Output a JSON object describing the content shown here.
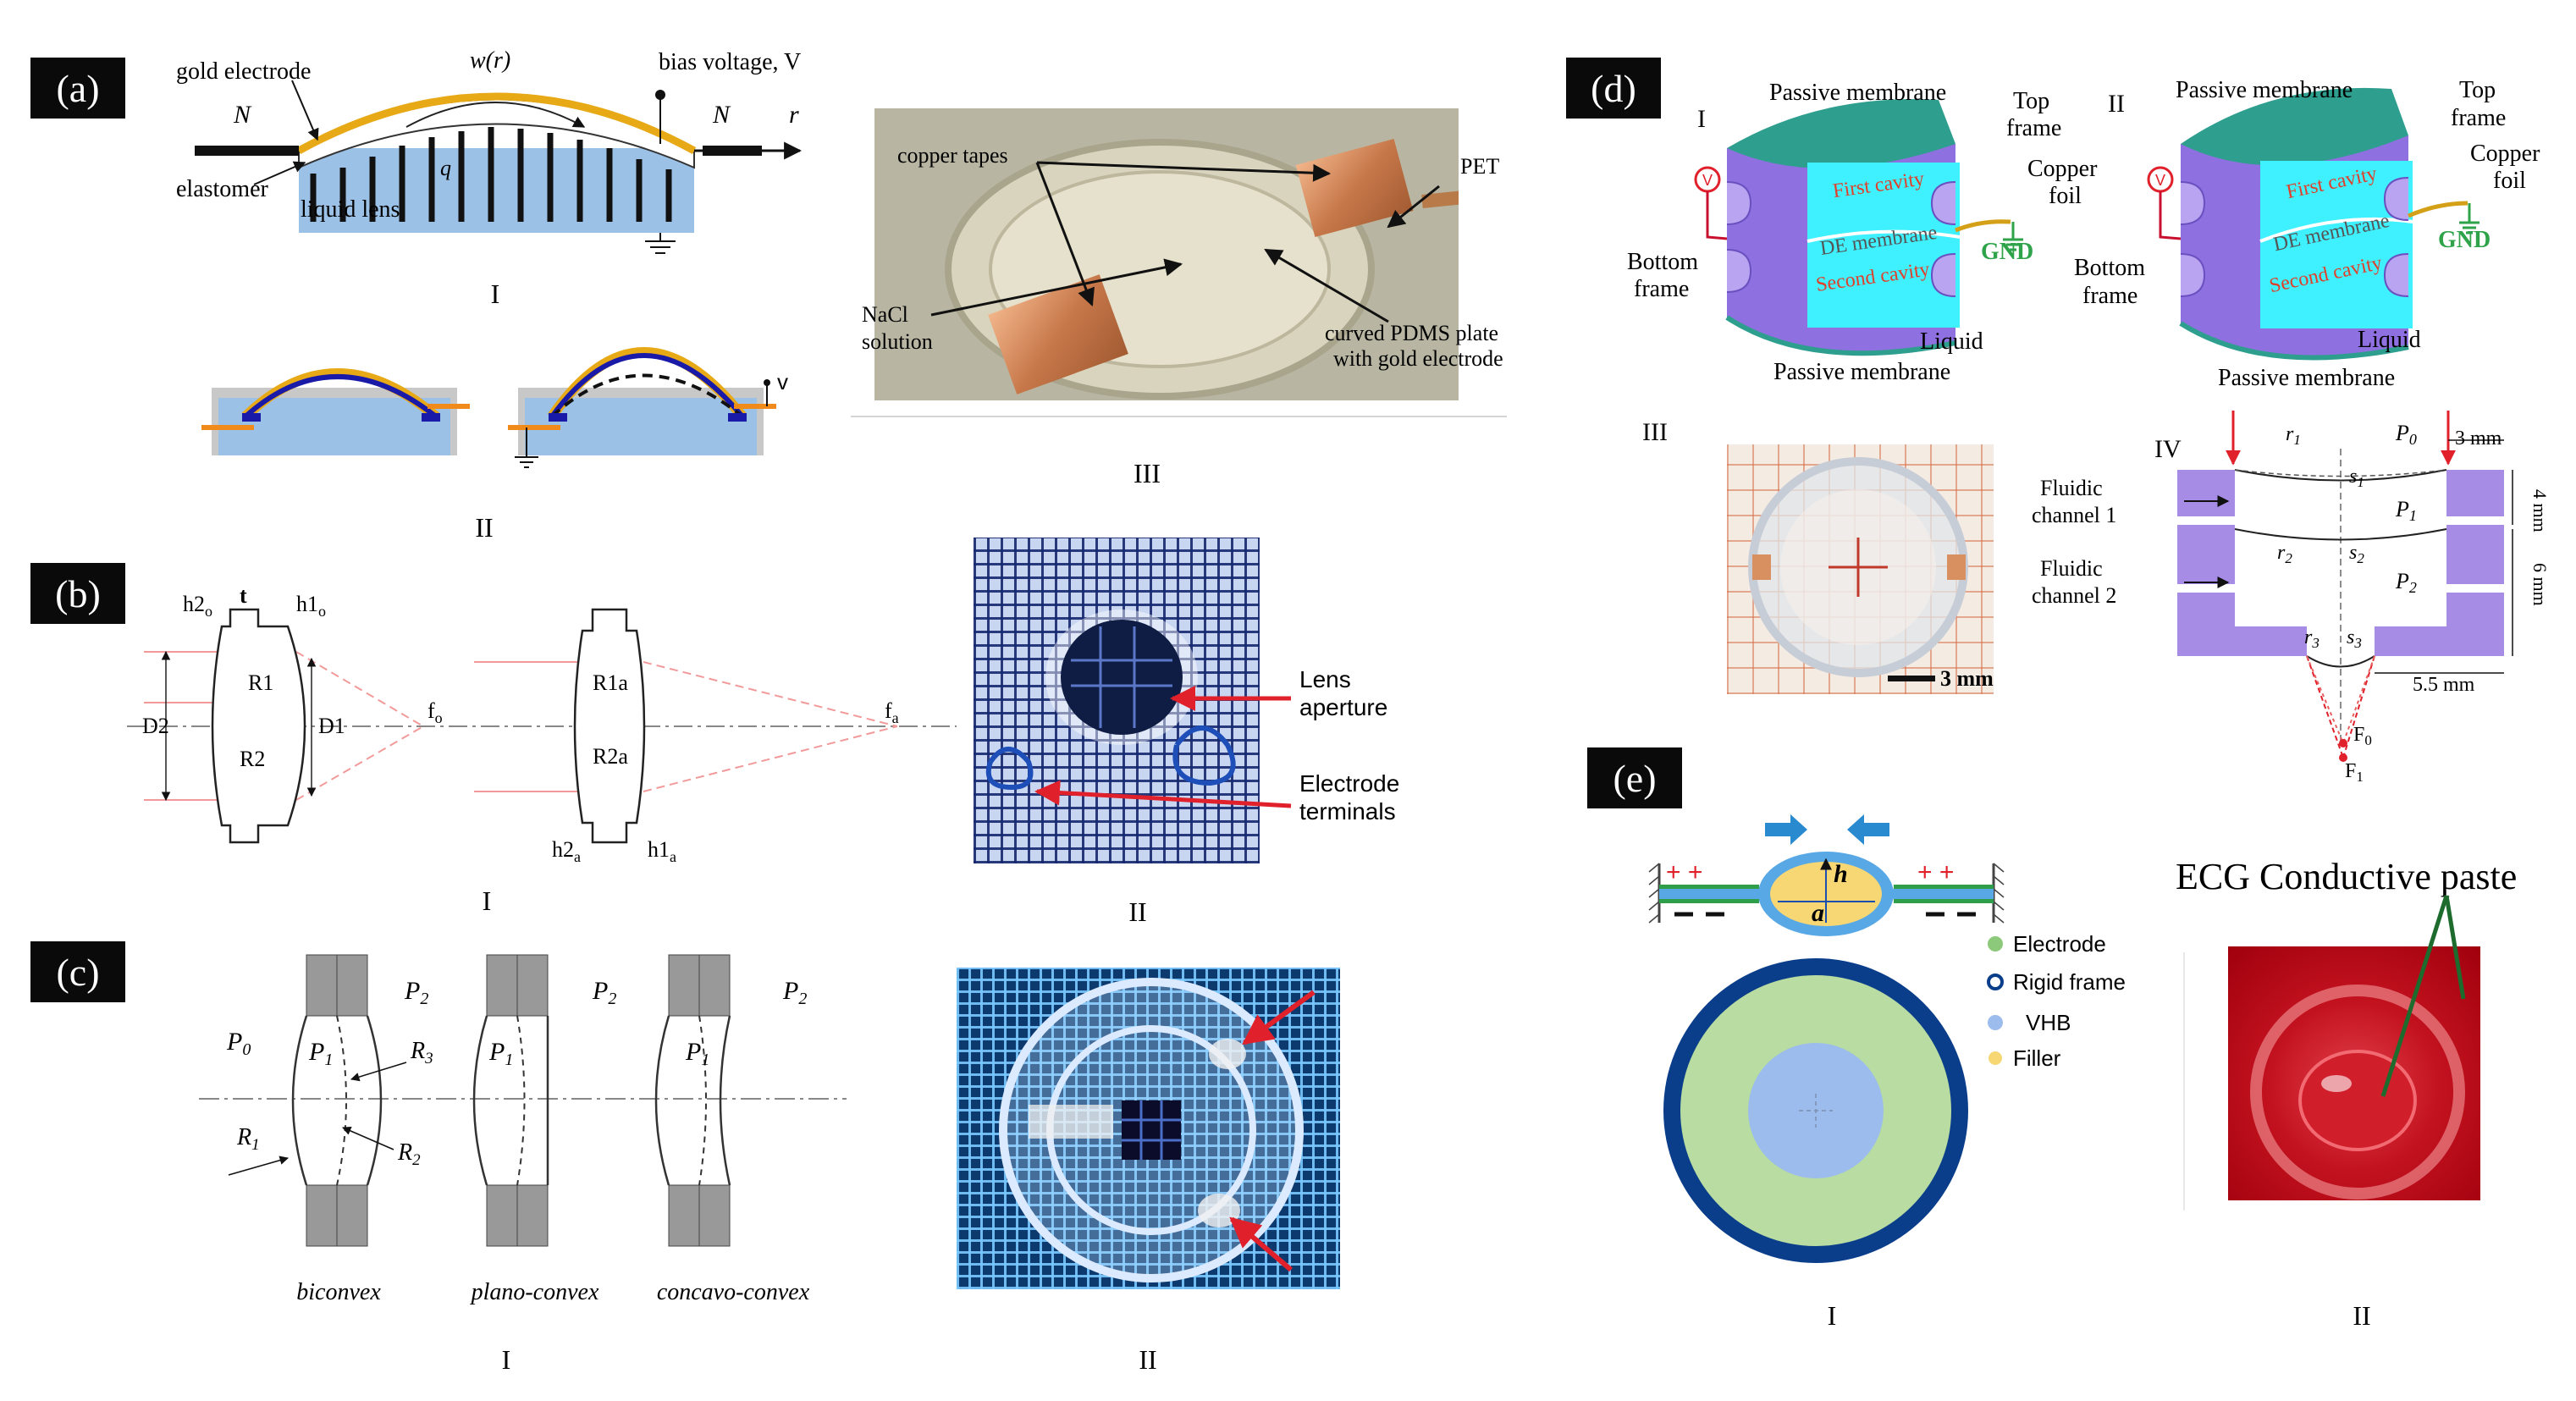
{
  "panels": {
    "a": {
      "badge": "(a)",
      "I": {
        "gold_electrode": "gold electrode",
        "w_r": "w(r)",
        "bias_voltage": "bias voltage, V",
        "N_left": "N",
        "N_right": "N",
        "r_axis": "r",
        "elastomer": "elastomer",
        "q": "q",
        "liquid_lens": "liquid lens",
        "numeral": "I"
      },
      "II": {
        "v_label": "v",
        "numeral": "II"
      },
      "III": {
        "copper_tapes": "copper tapes",
        "pet": "PET",
        "nacl_line1": "NaCl",
        "nacl_line2": "solution",
        "pdms_line1": "curved PDMS plate",
        "pdms_line2": "with gold electrode",
        "numeral": "III"
      }
    },
    "b": {
      "badge": "(b)",
      "I": {
        "h2o": "h2",
        "h2o_sub": "o",
        "t": "t",
        "h1o": "h1",
        "h1o_sub": "o",
        "R1": "R1",
        "R2": "R2",
        "D2": "D2",
        "D1": "D1",
        "fo": "f",
        "fo_sub": "o",
        "R1a": "R1a",
        "R2a": "R2a",
        "fa": "f",
        "fa_sub": "a",
        "h2a": "h2",
        "h2a_sub": "a",
        "h1a": "h1",
        "h1a_sub": "a",
        "numeral": "I"
      },
      "II": {
        "lens_line1": "Lens",
        "lens_line2": "aperture",
        "elec_line1": "Electrode",
        "elec_line2": "terminals",
        "numeral": "II"
      }
    },
    "c": {
      "badge": "(c)",
      "I": {
        "P0": "P",
        "P0_sub": "0",
        "P1": "P",
        "P1_sub": "1",
        "P2": "P",
        "P2_sub": "2",
        "R1": "R",
        "R1_sub": "1",
        "R2": "R",
        "R2_sub": "2",
        "R3": "R",
        "R3_sub": "3",
        "biconvex": "biconvex",
        "plano_convex": "plano-convex",
        "concavo_convex": "concavo-convex",
        "numeral": "I"
      },
      "II": {
        "numeral": "II"
      }
    },
    "d": {
      "badge": "(d)",
      "I": {
        "numeral": "I",
        "passive_membrane_top": "Passive membrane",
        "top_frame_line1": "Top",
        "top_frame_line2": "frame",
        "copper_line1": "Copper",
        "copper_line2": "foil",
        "first_cavity": "First cavity",
        "de_membrane": "DE membrane",
        "second_cavity": "Second cavity",
        "gnd": "GND",
        "v": "V",
        "bottom_frame_line1": "Bottom",
        "bottom_frame_line2": "frame",
        "liquid": "Liquid",
        "passive_membrane_bottom": "Passive membrane"
      },
      "II": {
        "numeral": "II",
        "passive_membrane_top": "Passive membrane",
        "top_frame_line1": "Top",
        "top_frame_line2": "frame",
        "copper_line1": "Copper",
        "copper_line2": "foil",
        "first_cavity": "First cavity",
        "de_membrane": "DE membrane",
        "second_cavity": "Second cavity",
        "gnd": "GND",
        "v": "V",
        "bottom_frame_line1": "Bottom",
        "bottom_frame_line2": "frame",
        "liquid": "Liquid",
        "passive_membrane_bottom": "Passive membrane"
      },
      "III": {
        "numeral": "III",
        "scale": "3 mm"
      },
      "IV": {
        "numeral": "IV",
        "r1": "r",
        "r1_sub": "1",
        "P0": "P",
        "P0_sub": "0",
        "three_mm": "3 mm",
        "s1": "s",
        "s1_sub": "1",
        "fluidic1_line1": "Fluidic",
        "fluidic1_line2": "channel 1",
        "P1": "P",
        "P1_sub": "1",
        "four_mm": "4 mm",
        "r2": "r",
        "r2_sub": "2",
        "s2": "s",
        "s2_sub": "2",
        "fluidic2_line1": "Fluidic",
        "fluidic2_line2": "channel 2",
        "P2": "P",
        "P2_sub": "2",
        "six_mm": "6 mm",
        "r3": "r",
        "r3_sub": "3",
        "s3": "s",
        "s3_sub": "3",
        "five_five_mm": "5.5 mm",
        "F0": "F",
        "F0_sub": "0",
        "F1": "F",
        "F1_sub": "1"
      }
    },
    "e": {
      "badge": "(e)",
      "I": {
        "plus_left": "+ +",
        "plus_right": "+ +",
        "h": "h",
        "a": "a",
        "legend": [
          "Electrode",
          "Rigid frame",
          "VHB",
          "Filler"
        ],
        "numeral": "I"
      },
      "II": {
        "ecg_label": "ECG Conductive paste",
        "numeral": "II"
      }
    }
  },
  "colors": {
    "badge_bg": "#0a0a0a",
    "liquid_blue": "#9bc1e6",
    "gold": "#e8a917",
    "membrane_teal": "#2e9e8e",
    "frame_purple": "#a78ce6",
    "cavity_cyan": "#3ff0ff",
    "electrode_green": "#b8dca1",
    "rigid_frame_navy": "#0b3e8a",
    "vhb_blue": "#9bbcec",
    "filler_yellow": "#f7d774",
    "arrow_red": "#e0202a"
  }
}
